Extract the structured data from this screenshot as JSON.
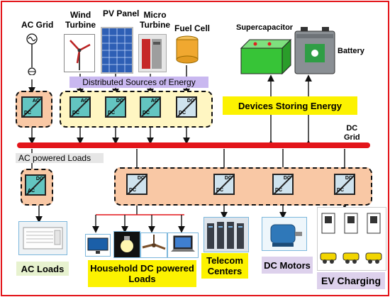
{
  "sources": {
    "ac_grid": "AC Grid",
    "wind": "Wind\nTurbine",
    "pv": "PV Panel",
    "micro": "Micro\nTurbine",
    "fuel": "Fuel Cell",
    "distributed": "Distributed Sources of Energy"
  },
  "storage": {
    "supercap": "Supercapacitor",
    "battery": "Battery",
    "title": "Devices Storing Energy"
  },
  "grid": {
    "dc_grid": "DC\nGrid",
    "ac_loads_bus": "AC powered Loads"
  },
  "converter_labels": {
    "ac": "AC",
    "dc": "DC"
  },
  "loads": {
    "ac_loads": "AC Loads",
    "household": "Household DC powered\nLoads",
    "telecom": "Telecom\nCenters",
    "motors": "DC Motors",
    "ev": "EV Charging"
  },
  "colors": {
    "dc_bus": "#e3151a",
    "orange": "#f9c8a5",
    "yellow_zone": "#fff6c2",
    "yellow_label": "#fcf200",
    "lavender": "#ddd1ec",
    "purple_label": "#c9b8f0"
  }
}
